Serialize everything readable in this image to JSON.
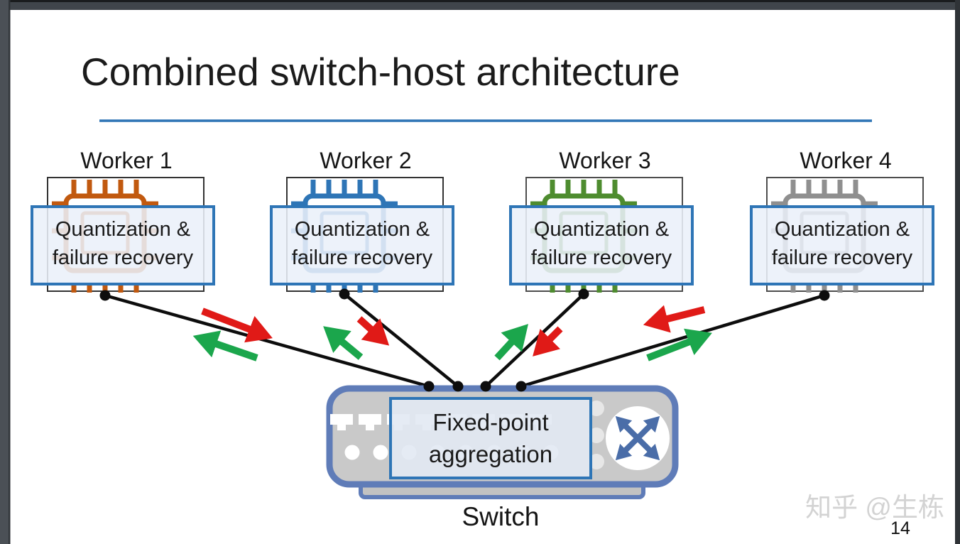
{
  "slide": {
    "title": "Combined switch-host architecture",
    "page_number": "14",
    "watermark": "知乎 @生栋"
  },
  "workers": [
    {
      "label": "Worker 1",
      "line1": "Quantization &",
      "line2": "failure recovery",
      "chip_color": "#c1590f"
    },
    {
      "label": "Worker 2",
      "line1": "Quantization &",
      "line2": "failure recovery",
      "chip_color": "#2e75b6"
    },
    {
      "label": "Worker 3",
      "line1": "Quantization &",
      "line2": "failure recovery",
      "chip_color": "#4e8c2f"
    },
    {
      "label": "Worker 4",
      "line1": "Quantization &",
      "line2": "failure recovery",
      "chip_color": "#8f8f8f"
    }
  ],
  "switch": {
    "label": "Switch",
    "line1": "Fixed-point",
    "line2": "aggregation"
  },
  "colors": {
    "accent_blue": "#2e75b6",
    "rule_blue": "#2e74b5",
    "arrow_red": "#e01a17",
    "arrow_green": "#1ba64c",
    "switch_frame": "#5f7cb8",
    "switch_icon_blue": "#4a6da8",
    "link_black": "#0d0d0d"
  },
  "icons": {
    "switch_crossbar": "crossed-double-arrows",
    "port_jack": "ethernet-port",
    "port_led": "round-led"
  }
}
